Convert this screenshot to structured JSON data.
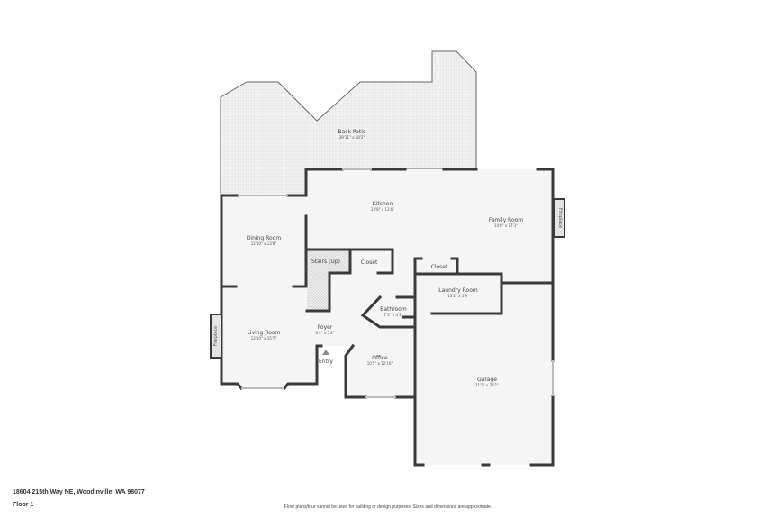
{
  "property": {
    "address": "18604 215th Way NE, Woodinville, WA 98077",
    "floor_label": "Floor 1",
    "disclaimer": "Floor plans/tour cannot be used for building or design purposes. Sizes and dimensions are approximate."
  },
  "rooms": {
    "back_patio": {
      "name": "Back Patio",
      "dims": "39'11\" x 18'2\""
    },
    "kitchen": {
      "name": "Kitchen",
      "dims": "23'8\" x 13'6\""
    },
    "family_room": {
      "name": "Family Room",
      "dims": "14'8\" x 17'3\""
    },
    "dining_room": {
      "name": "Dining Room",
      "dims": "12'10\" x 13'8\""
    },
    "stairs": {
      "name": "Stairs (Up)"
    },
    "closet_1": {
      "name": "Closet"
    },
    "closet_2": {
      "name": "Closet"
    },
    "laundry_room": {
      "name": "Laundry Room",
      "dims": "13'2\" x 5'9\""
    },
    "bathroom": {
      "name": "Bathroom",
      "dims": "7'3\" x 4'3\""
    },
    "foyer": {
      "name": "Foyer",
      "dims": "6'4\" x 5'4\""
    },
    "living_room": {
      "name": "Living Room",
      "dims": "12'10\" x 15'7\""
    },
    "entry": {
      "name": "Entry"
    },
    "office": {
      "name": "Office",
      "dims": "10'5\" x 12'10\""
    },
    "garage": {
      "name": "Garage",
      "dims": "21'3\" x 28'1\""
    },
    "fireplace_left": {
      "name": "Fireplace"
    },
    "fireplace_right": {
      "name": "Fireplace"
    }
  },
  "colors": {
    "wall": "#3a3a3a",
    "floor": "#f5f5f5",
    "patio": "#eeeeee"
  }
}
